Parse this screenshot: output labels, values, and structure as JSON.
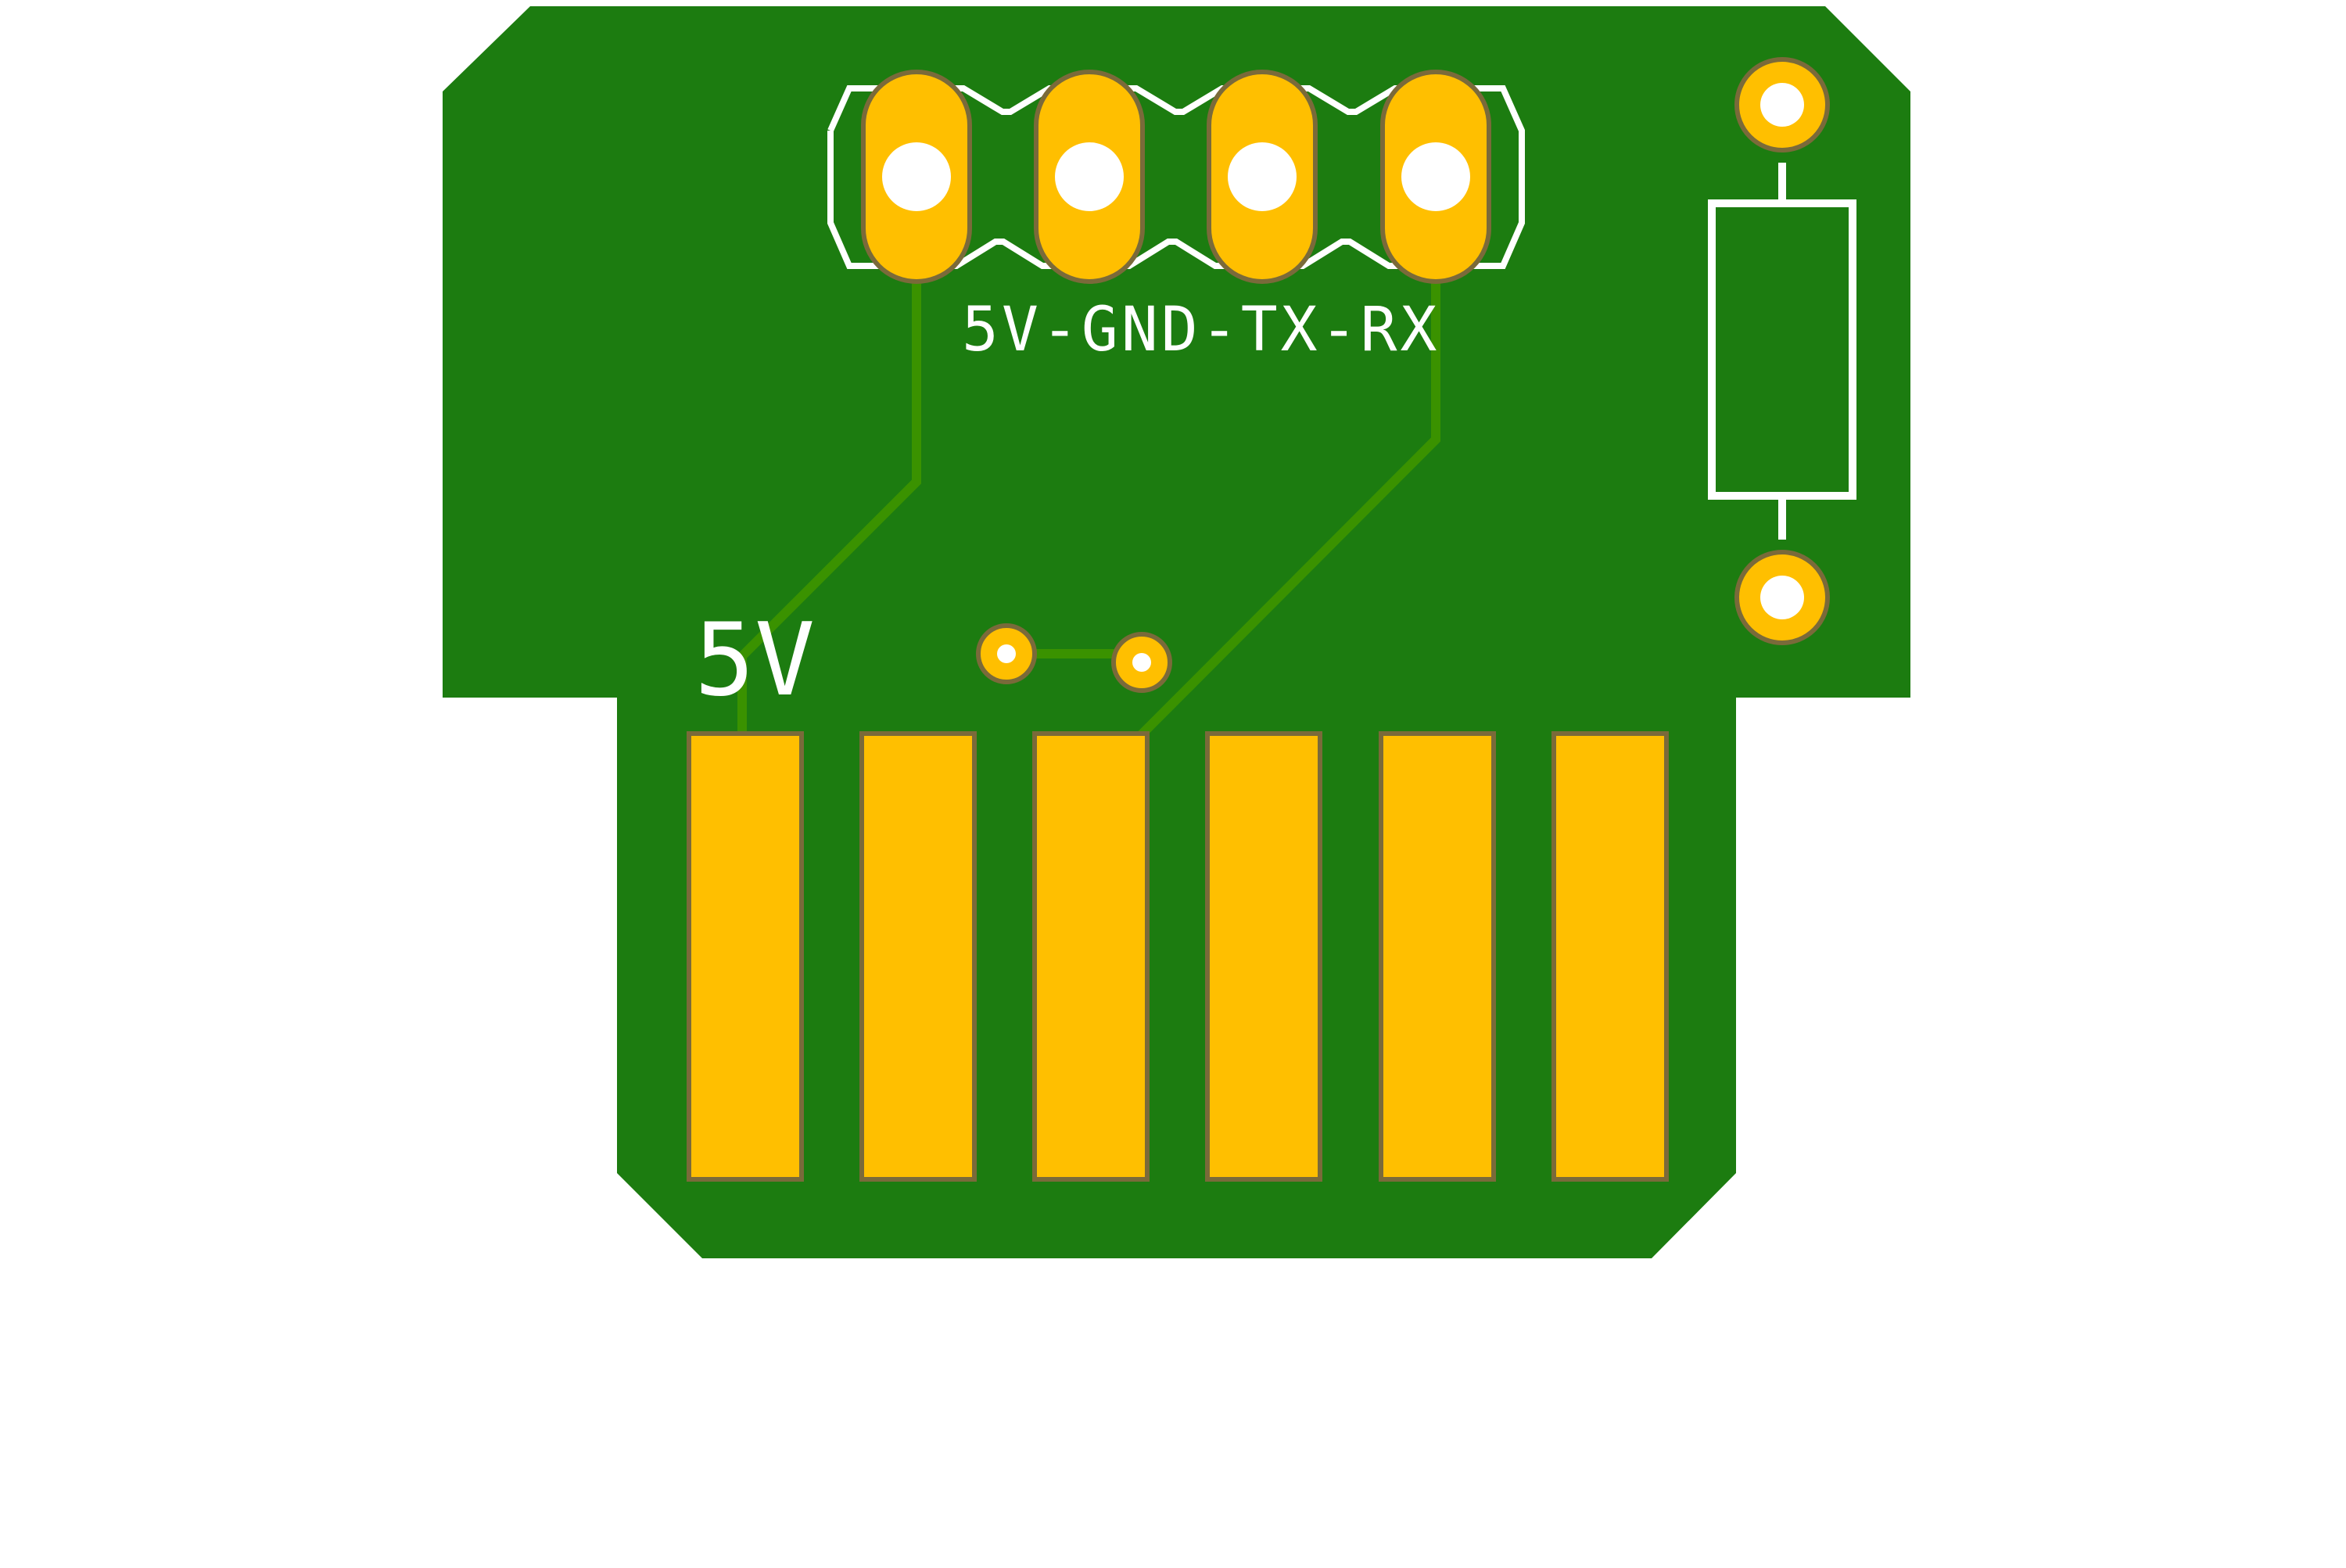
{
  "board": {
    "header_label": "5V-GND-TX-RX",
    "edge_label": "5V",
    "colors": {
      "substrate": "#1c7c10",
      "copper_pad": "#ffbf00",
      "pad_outline": "#7a6a3a",
      "trace": "#3a9200",
      "silkscreen": "#ffffff",
      "drill": "#ffffff",
      "background": "#ffffff"
    }
  },
  "components": {
    "header_pins": 4,
    "edge_contacts": 6,
    "vias": 2,
    "resistor_pads": 2
  },
  "icons": {
    "header": "pin-header-icon",
    "resistor": "resistor-outline-icon",
    "via": "via-icon"
  }
}
